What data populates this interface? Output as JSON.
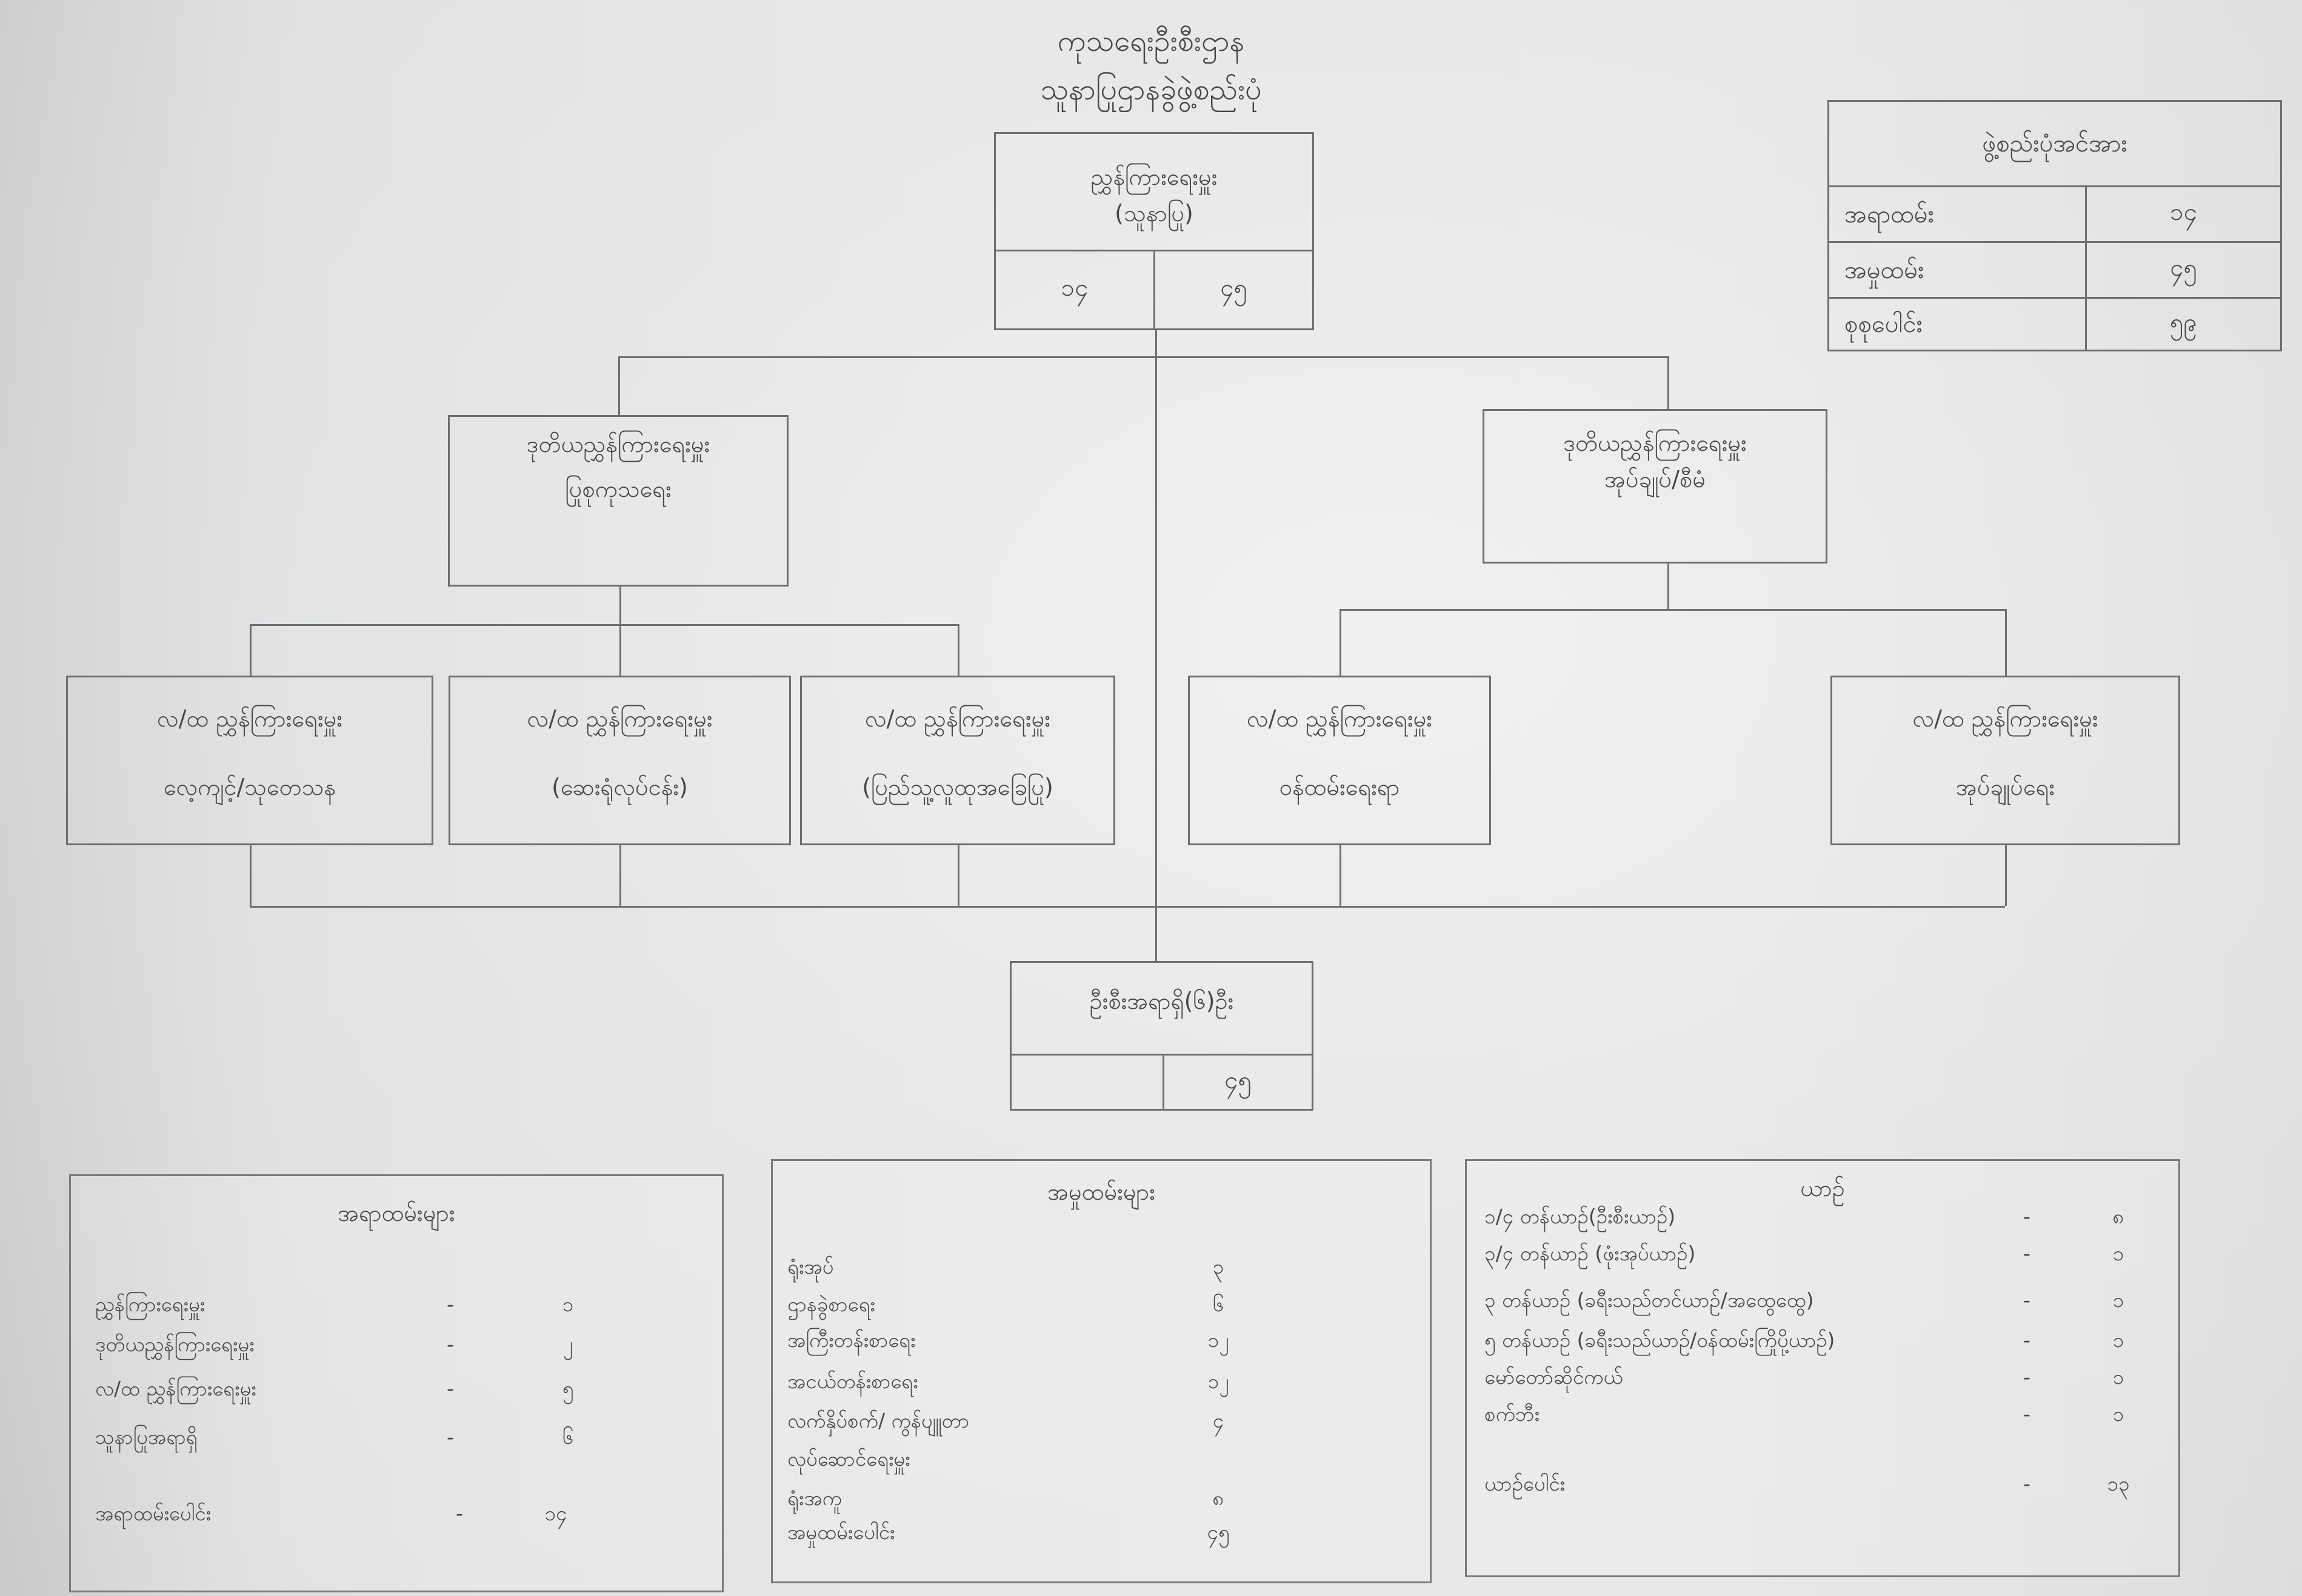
{
  "title": {
    "line1": "ကုသရေးဦးစီးဌာန",
    "line2": "သူနာပြုဌာနခွဲဖွဲ့စည်းပုံ"
  },
  "director_box": {
    "title": "ညွှန်ကြားရေးမှူး",
    "subtitle": "(သူနာပြု)",
    "officers": "၁၄",
    "staff": "၄၅"
  },
  "strength_table": {
    "header": "ဖွဲ့စည်းပုံအင်အား",
    "rows": [
      {
        "label": "အရာထမ်း",
        "value": "၁၄"
      },
      {
        "label": "အမှုထမ်း",
        "value": "၄၅"
      },
      {
        "label": "စုစုပေါင်း",
        "value": "၅၉"
      }
    ]
  },
  "deputy_directors": [
    {
      "title": "ဒုတိယညွှန်ကြားရေးမှူး",
      "unit": "ပြုစုကုသရေး"
    },
    {
      "title": "ဒုတိယညွှန်ကြားရေးမှူး",
      "unit": "အုပ်ချုပ်/စီမံ"
    }
  ],
  "assistant_directors": [
    {
      "title": "လ/ထ ညွှန်ကြားရေးမှူး",
      "unit": "လေ့ကျင့်/သုတေသန"
    },
    {
      "title": "လ/ထ ညွှန်ကြားရေးမှူး",
      "unit": "(ဆေးရုံလုပ်ငန်း)"
    },
    {
      "title": "လ/ထ ညွှန်ကြားရေးမှူး",
      "unit": "(ပြည်သူ့လူထုအခြေပြု)"
    },
    {
      "title": "လ/ထ ညွှန်ကြားရေးမှူး",
      "unit": "ဝန်ထမ်းရေးရာ"
    },
    {
      "title": "လ/ထ ညွှန်ကြားရေးမှူး",
      "unit": "အုပ်ချုပ်ရေး"
    }
  ],
  "officer_box": {
    "title": "ဦးစီးအရာရှိ(၆)ဦး",
    "right_value": "၄၅"
  },
  "officers_panel": {
    "title": "အရာထမ်းများ",
    "separator": "-",
    "rows": [
      {
        "label": "ညွှန်ကြားရေးမှူး",
        "value": "၁"
      },
      {
        "label": "ဒုတိယညွှန်ကြားရေးမှူး",
        "value": "၂"
      },
      {
        "label": "လ/ထ ညွှန်ကြားရေးမှူး",
        "value": "၅"
      },
      {
        "label": "သူနာပြုအရာရှိ",
        "value": "၆"
      }
    ],
    "total": {
      "label": "အရာထမ်းပေါင်း",
      "value": "၁၄"
    }
  },
  "staff_panel": {
    "title": "အမှုထမ်းများ",
    "rows": [
      {
        "label": "ရုံးအုပ်",
        "value": "၃"
      },
      {
        "label": "ဌာနခွဲစာရေး",
        "value": "၆"
      },
      {
        "label": "အကြီးတန်းစာရေး",
        "value": "၁၂"
      },
      {
        "label": "အငယ်တန်းစာရေး",
        "value": "၁၂"
      },
      {
        "label": "လက်နှိပ်စက်/ ကွန်ပျူတာ",
        "label2": "လုပ်ဆောင်ရေးမှူး",
        "value": "၄"
      },
      {
        "label": "ရုံးအကူ",
        "value": "၈"
      }
    ],
    "total": {
      "label": "အမှုထမ်းပေါင်း",
      "value": "၄၅"
    }
  },
  "vehicles_panel": {
    "title": "ယာဉ်",
    "separator": "-",
    "rows": [
      {
        "label": "၁/၄ တန်ယာဉ်(ဦးစီးယာဉ်)",
        "value": "၈"
      },
      {
        "label": "၃/၄ တန်ယာဉ် (ဖုံးအုပ်ယာဉ်)",
        "value": "၁"
      },
      {
        "label": "၃   တန်ယာဉ် (ခရီးသည်တင်ယာဉ်/အထွေထွေ)",
        "value": "၁"
      },
      {
        "label": "၅   တန်ယာဉ် (ခရီးသည်ယာဉ်/ဝန်ထမ်းကြိုပို့ယာဉ်)",
        "value": "၁"
      },
      {
        "label": "မော်တော်ဆိုင်ကယ်",
        "value": "၁"
      },
      {
        "label": "စက်ဘီး",
        "value": "၁"
      }
    ],
    "total": {
      "label": "ယာဉ်ပေါင်း",
      "value": "၁၃"
    }
  }
}
